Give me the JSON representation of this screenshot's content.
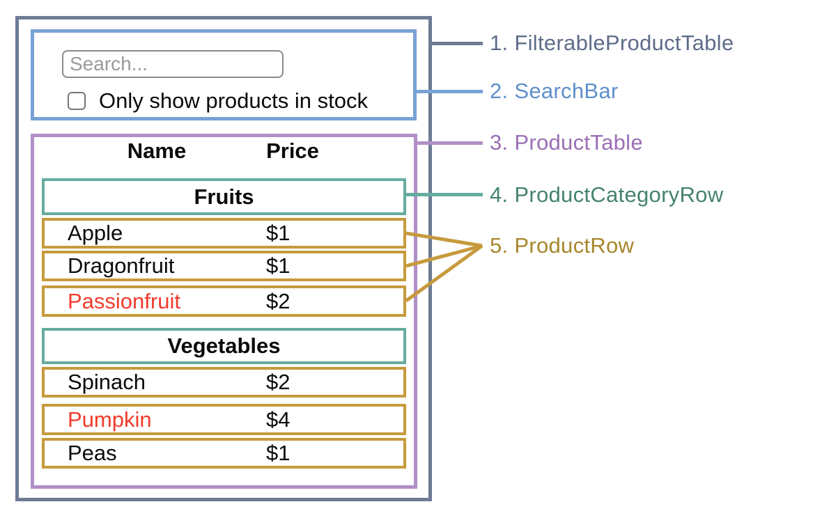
{
  "search_bar": {
    "placeholder": "Search...",
    "checkbox_label": "Only show products in stock"
  },
  "product_table": {
    "headers": {
      "name": "Name",
      "price": "Price"
    },
    "sections": [
      {
        "category": "Fruits",
        "rows": [
          {
            "name": "Apple",
            "price": "$1",
            "name_color": "#0a0a0a"
          },
          {
            "name": "Dragonfruit",
            "price": "$1",
            "name_color": "#0a0a0a"
          },
          {
            "name": "Passionfruit",
            "price": "$2",
            "name_color": "#f23b2c"
          }
        ]
      },
      {
        "category": "Vegetables",
        "rows": [
          {
            "name": "Spinach",
            "price": "$2",
            "name_color": "#0a0a0a"
          },
          {
            "name": "Pumpkin",
            "price": "$4",
            "name_color": "#f23b2c"
          },
          {
            "name": "Peas",
            "price": "$1",
            "name_color": "#0a0a0a"
          }
        ]
      }
    ]
  },
  "legend": {
    "items": [
      {
        "label": "1. FilterableProductTable",
        "color": "#5e6c89"
      },
      {
        "label": "2. SearchBar",
        "color": "#5f8fca"
      },
      {
        "label": "3. ProductTable",
        "color": "#9a6fb5"
      },
      {
        "label": "4. ProductCategoryRow",
        "color": "#45826f"
      },
      {
        "label": "5. ProductRow",
        "color": "#a7862c"
      }
    ]
  },
  "colors": {
    "filterable_product_table_border": "#6e7b93",
    "search_bar_border": "#79a2d6",
    "product_table_border": "#b18fc7",
    "product_category_row_border": "#66aca0",
    "product_row_border": "#c69a3d",
    "out_of_stock_text": "#f23b2c"
  }
}
